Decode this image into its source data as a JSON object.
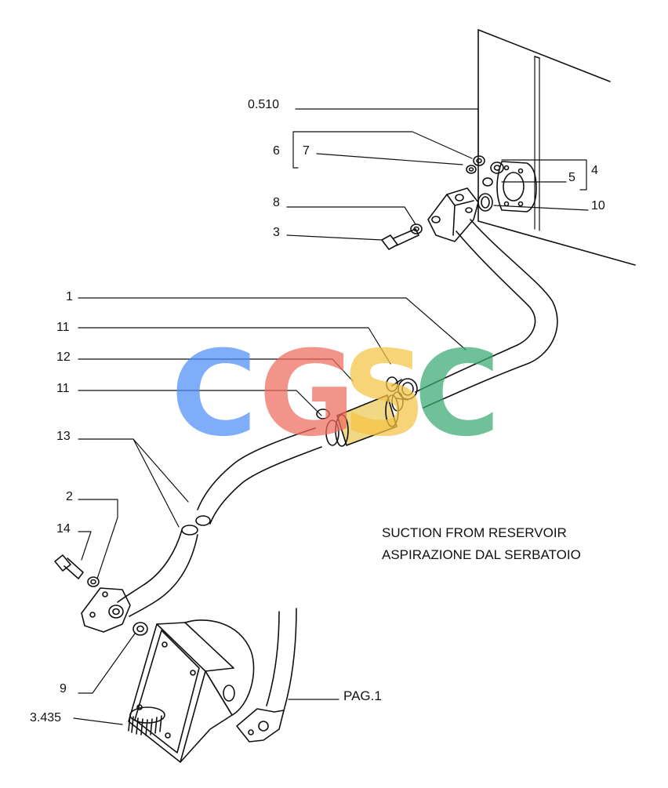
{
  "diagram": {
    "caption_en": "SUCTION FROM RESERVOIR",
    "caption_it": "ASPIRAZIONE DAL SERBATOIO",
    "refs": {
      "r0510": "0.510",
      "r6": "6",
      "r7": "7",
      "r5": "5",
      "r4": "4",
      "r10": "10",
      "r8": "8",
      "r3": "3",
      "r1": "1",
      "r11a": "11",
      "r12": "12",
      "r11b": "11",
      "r13": "13",
      "r2": "2",
      "r14": "14",
      "r9": "9",
      "r3435": "3.435",
      "pag": "PAG.1"
    }
  },
  "watermark": {
    "letters": [
      "C",
      "G",
      "S",
      "C"
    ],
    "colors": [
      "#4f8ef7",
      "#ef6b5f",
      "#f6c445",
      "#3aaa72"
    ]
  }
}
